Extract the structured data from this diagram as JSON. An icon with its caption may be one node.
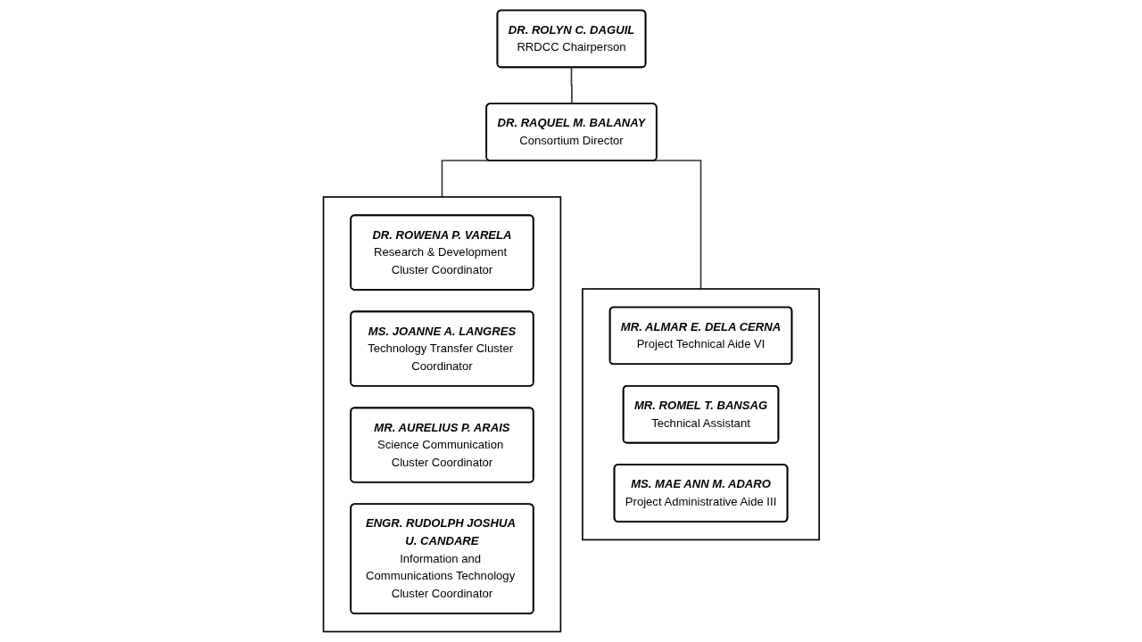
{
  "diagram": {
    "nodes": [
      {
        "text": [
          "DR. ROLYN C. DAGUIL",
          "RRDCC Chairperson"
        ]
      },
      {
        "text": [
          "DR. RAQUEL M. BALANAY",
          "Consortium Director"
        ]
      },
      {
        "text": [],
        "shape": "box"
      },
      {
        "text": [
          "DR. ROWENA P. VARELA",
          "Research & Development Cluster Coordinator"
        ],
        "in": 2
      },
      {
        "text": [
          "MS. JOANNE A. LANGRES",
          "Technology Transfer Cluster Coordinator"
        ],
        "in": 2
      },
      {
        "text": [
          "MR. AURELIUS P. ARAIS",
          "Science Communication Cluster Coordinator"
        ],
        "in": 2
      },
      {
        "text": [
          "ENGR. RUDOLPH JOSHUA U. CANDARE",
          "Information and Communications Technology Cluster Coordinator"
        ],
        "in": 2
      },
      {
        "text": [],
        "shape": "box"
      },
      {
        "text": [
          "MR. ALMAR E. DELA CERNA",
          "Project Technical Aide VI"
        ],
        "in": 7
      },
      {
        "text": [
          "MR. ROMEL T. BANSAG",
          "Technical Assistant"
        ],
        "in": 7
      },
      {
        "text": [
          "MS. MAE ANN M. ADARO",
          "Project Administrative Aide III"
        ],
        "in": 7
      }
    ],
    "edges": [
      {
        "from": 0,
        "to": 1,
        "arrow": "none"
      },
      {
        "from": 1,
        "to": 2,
        "arrow": "none"
      },
      {
        "from": 1,
        "to": 7,
        "arrow": "none"
      }
    ]
  }
}
